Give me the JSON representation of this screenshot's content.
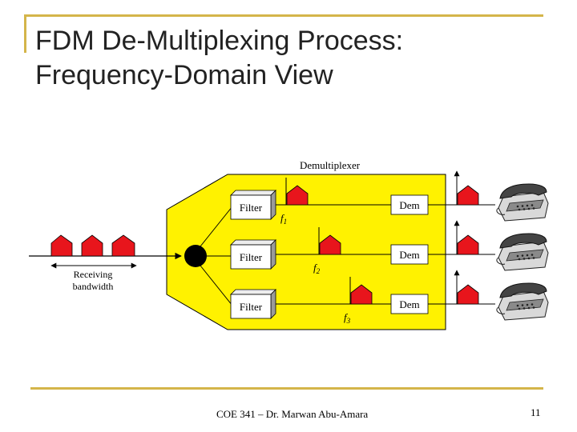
{
  "slide": {
    "title_line1": "FDM De-Multiplexing Process:",
    "title_line2": "Frequency-Domain View",
    "footer": "COE 341 – Dr. Marwan Abu-Amara",
    "page_number": "11"
  },
  "diagram": {
    "demux_label": "Demultiplexer",
    "receiving_line1": "Receiving",
    "receiving_line2": "bandwidth",
    "filter_label": "Filter",
    "dem_label": "Dem",
    "freq_labels": [
      "f1",
      "f2",
      "f3"
    ],
    "colors": {
      "demux_fill": "#fff200",
      "signal": "#e8151c",
      "frame": "#d4b54a"
    }
  }
}
